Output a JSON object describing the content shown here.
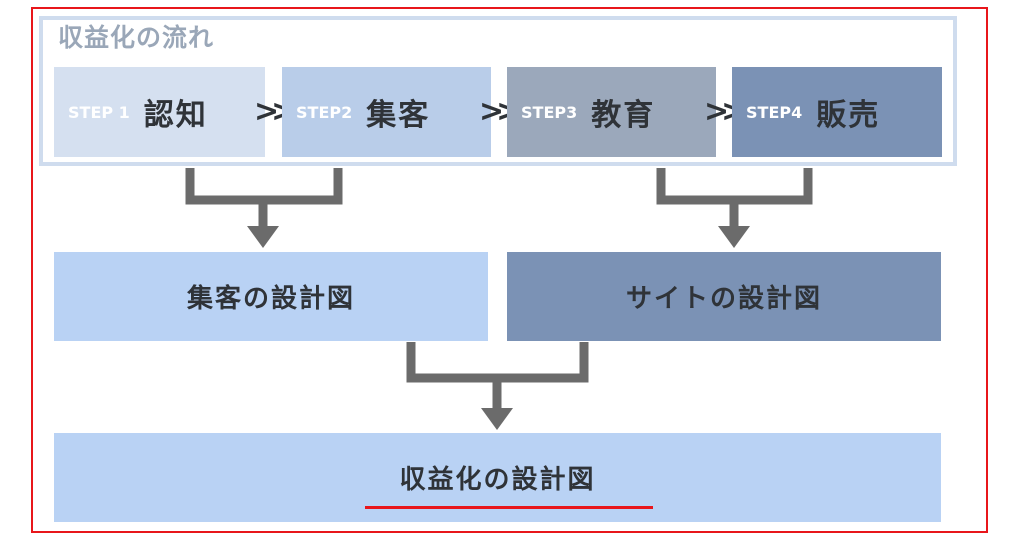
{
  "flow": {
    "title": "収益化の流れ",
    "steps": [
      {
        "num": "STEP 1",
        "name": "認知"
      },
      {
        "num": "STEP2",
        "name": "集客"
      },
      {
        "num": "STEP3",
        "name": "教育"
      },
      {
        "num": "STEP4",
        "name": "販売"
      }
    ],
    "separator": ">>"
  },
  "blueprints": {
    "collect": "集客の設計図",
    "site": "サイトの設計図",
    "revenue": "収益化の設計図"
  },
  "colors": {
    "frame_red": "#e8161b",
    "step1": "#d5e0f0",
    "step2": "#b9cde9",
    "step3": "#9ba8bb",
    "step4": "#7b92b5",
    "light_block": "#b9d2f4",
    "dark_block": "#7b92b5",
    "connector": "#6b6b6b"
  }
}
